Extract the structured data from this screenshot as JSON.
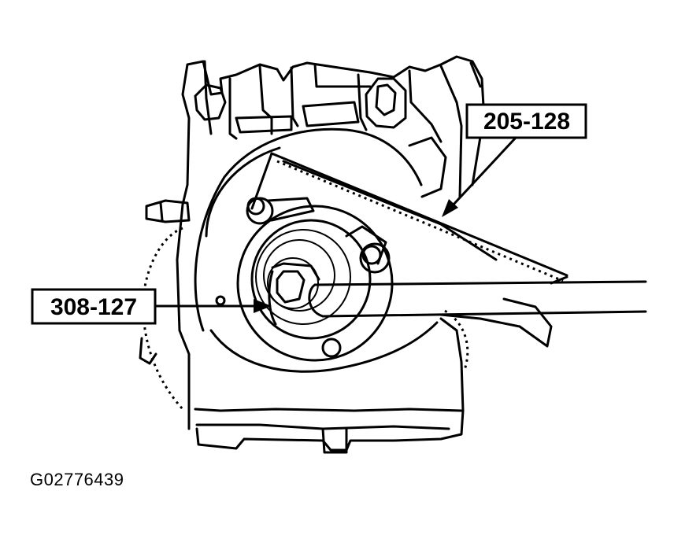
{
  "labels": {
    "tool_a": "205-128",
    "tool_b": "308-127"
  },
  "figure_id": "G02776439",
  "colors": {
    "line": "#000000",
    "background": "#ffffff"
  }
}
